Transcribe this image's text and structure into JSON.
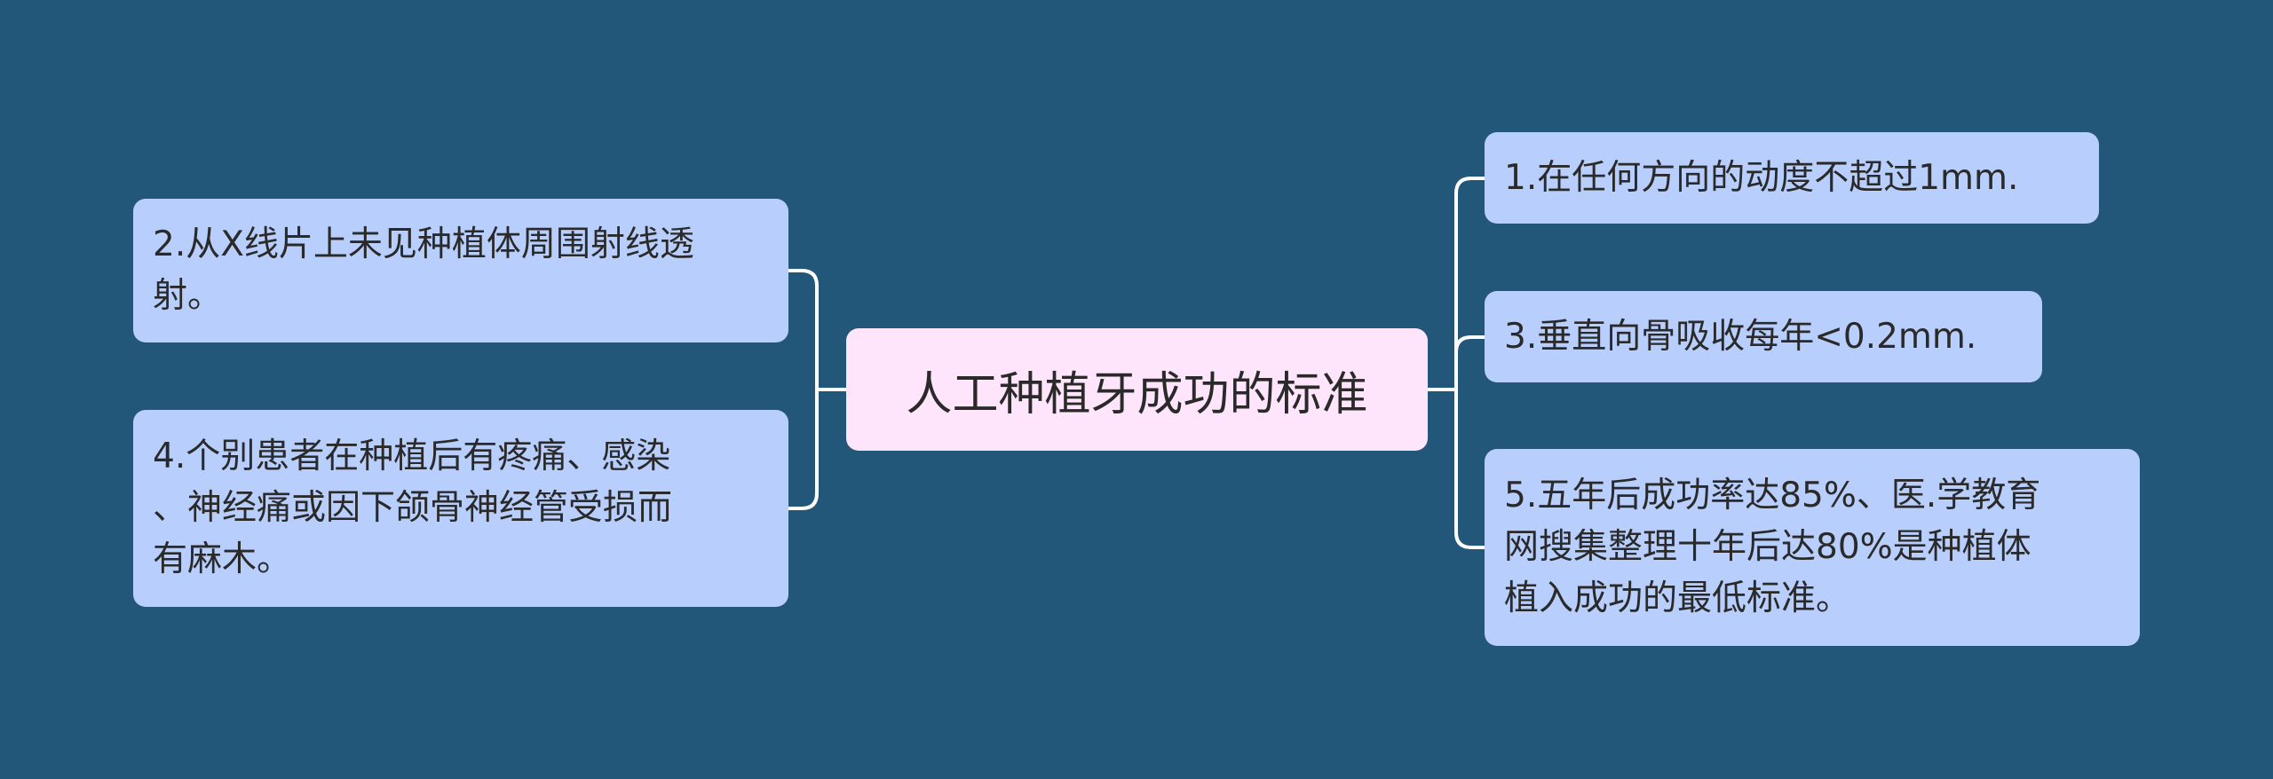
{
  "colors": {
    "background": "#235779",
    "center_fill": "#ffe5fb",
    "branch_fill": "#b8cefc",
    "connector": "#ffffff",
    "text": "#2a2a2a"
  },
  "center": {
    "label": "人工种植牙成功的标准"
  },
  "left_branches": [
    {
      "label": "2.从X线片上未见种植体周围射线透\n射。"
    },
    {
      "label": "4.个别患者在种植后有疼痛、感染\n、神经痛或因下颌骨神经管受损而\n有麻木。"
    }
  ],
  "right_branches": [
    {
      "label": "1.在任何方向的动度不超过1mm."
    },
    {
      "label": "3.垂直向骨吸收每年<0.2mm."
    },
    {
      "label": "5.五年后成功率达85%、医.学教育\n网搜集整理十年后达80%是种植体\n植入成功的最低标准。"
    }
  ]
}
